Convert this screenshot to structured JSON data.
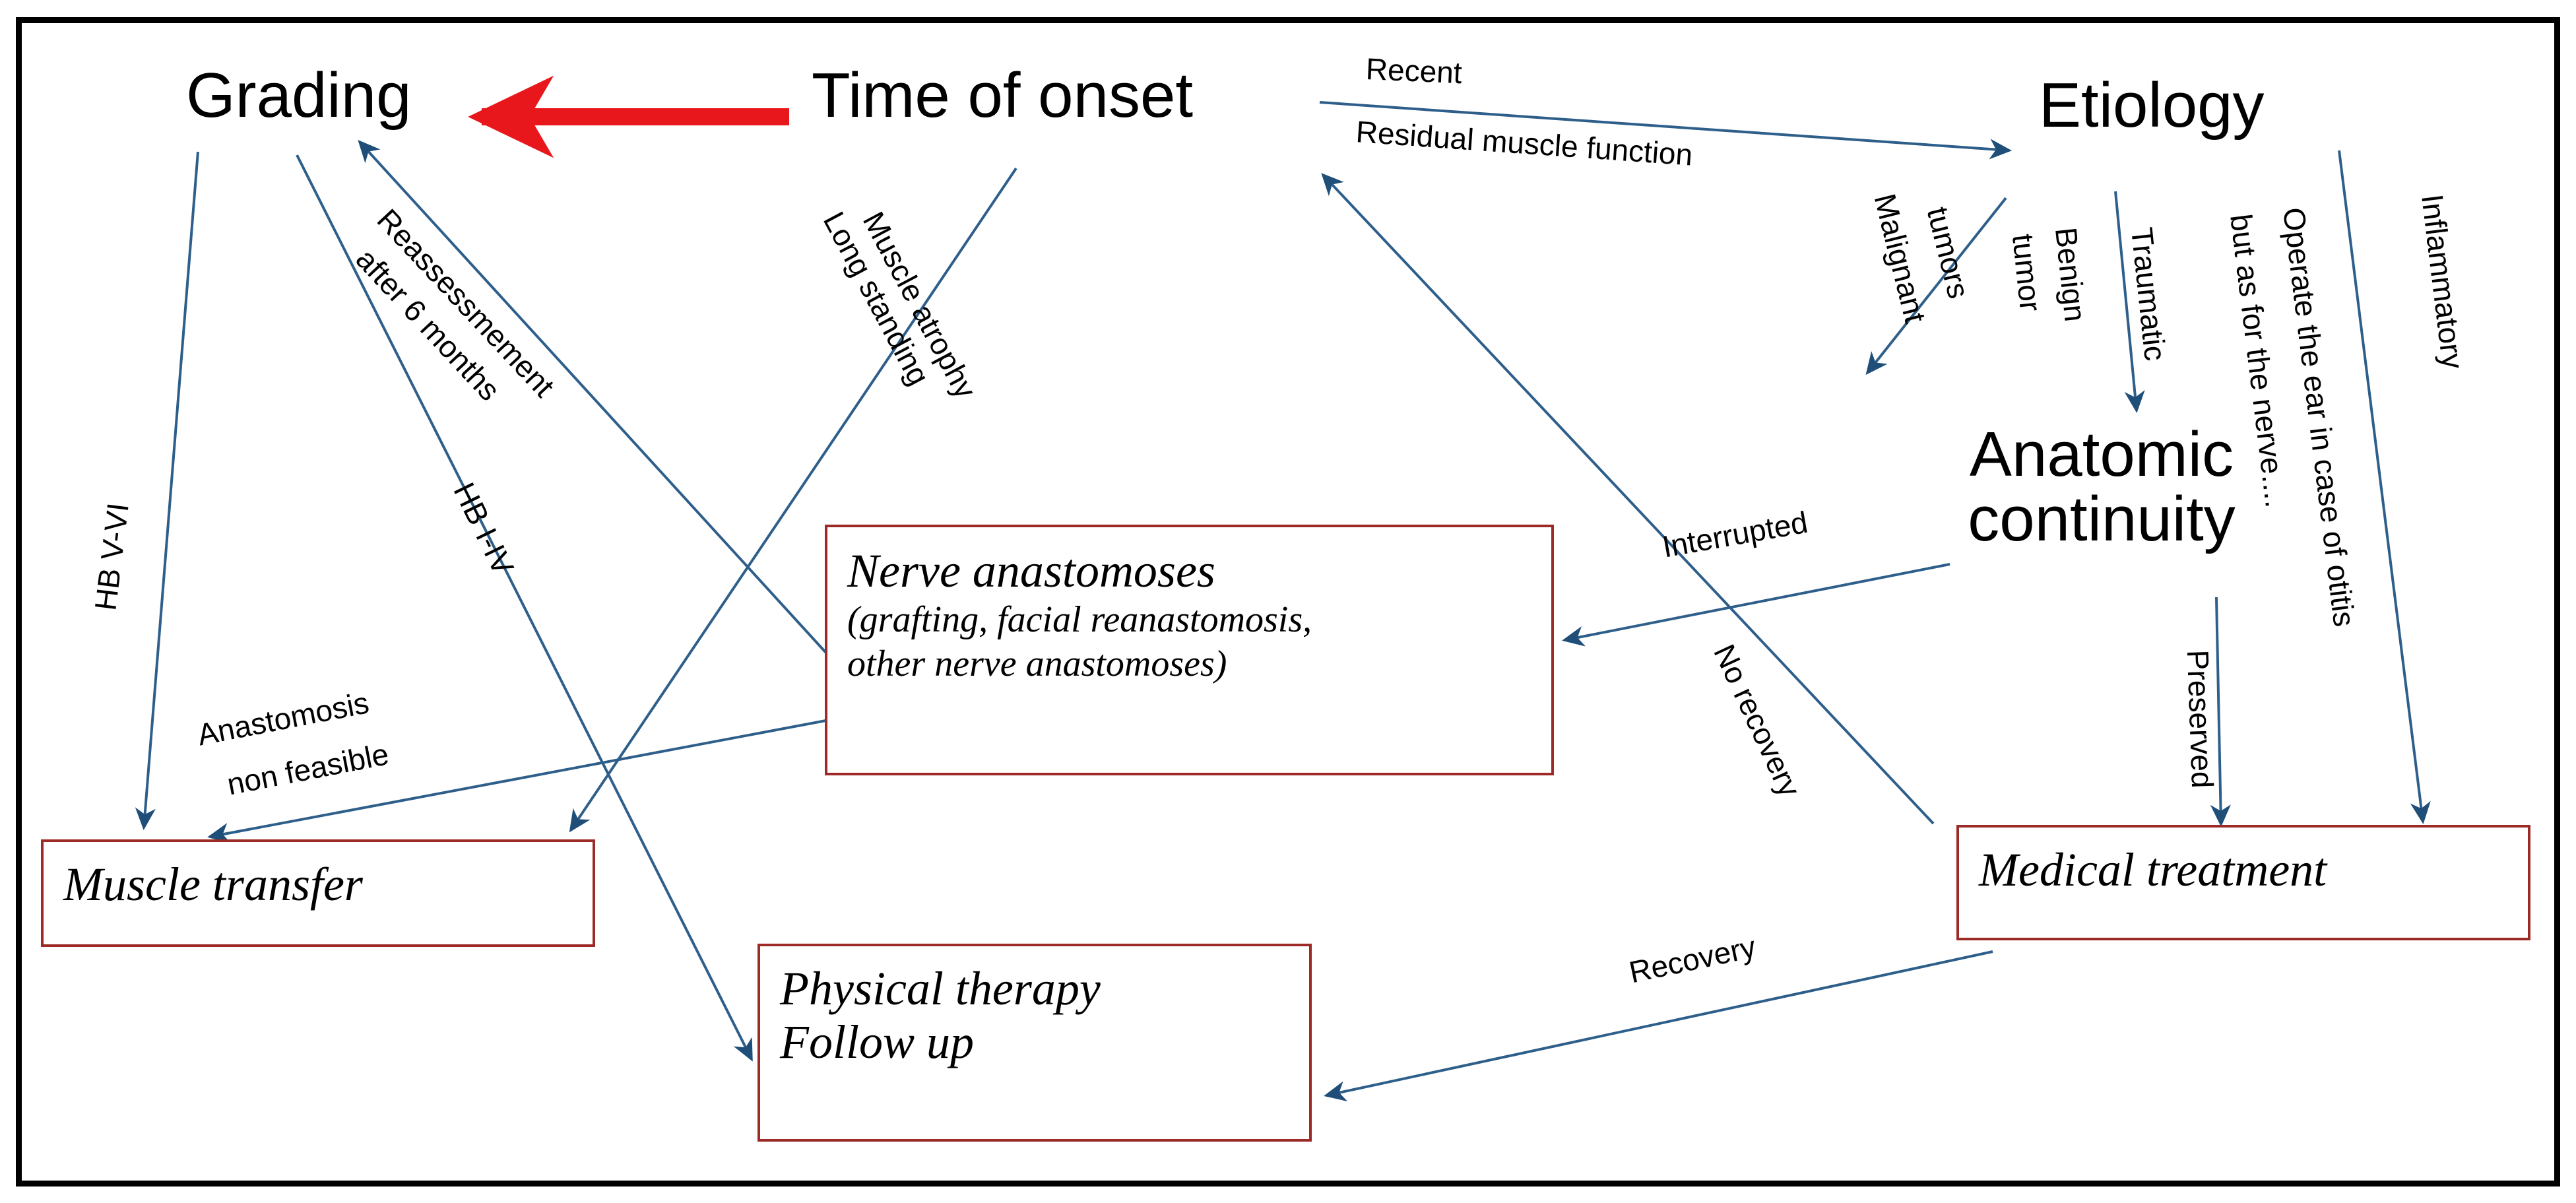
{
  "diagram": {
    "title": "Facial palsy management algorithm",
    "frame_color": "#000000",
    "box_border_color": "#9c2b28",
    "arrow_color": "#2e5f8a",
    "highlight_arrow_color": "#e8171b",
    "background": "#ffffff"
  },
  "nodes": [
    {
      "id": "grading",
      "label": "Grading"
    },
    {
      "id": "onset",
      "label": "Time of onset"
    },
    {
      "id": "etiology",
      "label": "Etiology"
    },
    {
      "id": "anatomic",
      "label_line1": "Anatomic",
      "label_line2": "continuity"
    }
  ],
  "boxes": [
    {
      "id": "nerve-anastomoses",
      "title": "Nerve anastomoses",
      "subtitle_line1": "(grafting, facial reanastomosis,",
      "subtitle_line2": "other nerve anastomoses)"
    },
    {
      "id": "muscle-transfer",
      "title": "Muscle transfer"
    },
    {
      "id": "physical-therapy",
      "title_line1": "Physical therapy",
      "title_line2": "Follow up"
    },
    {
      "id": "medical-treatment",
      "title": "Medical treatment"
    }
  ],
  "edge_labels": [
    {
      "id": "recent",
      "text": "Recent"
    },
    {
      "id": "residual",
      "text": "Residual muscle function"
    },
    {
      "id": "reassessment",
      "line1": "Reassessmement",
      "line2": "after 6 months"
    },
    {
      "id": "long-standing",
      "text": "Long standing"
    },
    {
      "id": "muscle-atrophy",
      "text": "Muscle atrophy"
    },
    {
      "id": "hb-v-vi",
      "text": "HB V-VI"
    },
    {
      "id": "hb-i-iv",
      "text": "HB I-IV"
    },
    {
      "id": "anastomosis-nf1",
      "text": "Anastomosis"
    },
    {
      "id": "anastomosis-nf2",
      "text": "non feasible"
    },
    {
      "id": "malignant-tumors1",
      "text": "Malignant"
    },
    {
      "id": "malignant-tumors2",
      "text": "tumors"
    },
    {
      "id": "benign-tumor1",
      "text": "Benign"
    },
    {
      "id": "benign-tumor2",
      "text": "tumor"
    },
    {
      "id": "traumatic",
      "text": "Traumatic"
    },
    {
      "id": "operate-ear",
      "text": "Operate the ear in case of otitis"
    },
    {
      "id": "but-as-nerve",
      "text": "but as for the nerve...."
    },
    {
      "id": "inflammatory",
      "text": "Inflammatory"
    },
    {
      "id": "interrupted",
      "text": "Interrupted"
    },
    {
      "id": "no-recovery",
      "text": "No recovery"
    },
    {
      "id": "preserved",
      "text": "Preserved"
    },
    {
      "id": "recovery",
      "text": "Recovery"
    }
  ],
  "chart_data": {
    "type": "diagram",
    "title": "Facial palsy management algorithm",
    "nodes": [
      "Grading",
      "Time of onset",
      "Etiology",
      "Anatomic continuity",
      "Nerve anastomoses (grafting, facial reanastomosis, other nerve anastomoses)",
      "Muscle transfer",
      "Physical therapy / Follow up",
      "Medical treatment"
    ],
    "edges": [
      {
        "from": "Time of onset",
        "to": "Grading",
        "label": "",
        "style": "red-thick"
      },
      {
        "from": "Time of onset",
        "to": "Etiology",
        "label": "Recent / Residual muscle function"
      },
      {
        "from": "Grading",
        "to": "Muscle transfer",
        "label": "HB V-VI"
      },
      {
        "from": "Grading",
        "to": "Physical therapy / Follow up",
        "label": "HB I-IV"
      },
      {
        "from": "Nerve anastomoses",
        "to": "Grading",
        "label": "Reassessmement after 6 months"
      },
      {
        "from": "Time of onset",
        "to": "Muscle transfer",
        "label": "Long standing / Muscle atrophy"
      },
      {
        "from": "Nerve anastomoses",
        "to": "Muscle transfer",
        "label": "Anastomosis non feasible"
      },
      {
        "from": "Etiology",
        "to": "Time of onset",
        "label": "Malignant tumors"
      },
      {
        "from": "Etiology",
        "to": "Anatomic continuity",
        "label": "Benign tumor / Traumatic"
      },
      {
        "from": "Etiology",
        "to": "Medical treatment",
        "label": "Inflammatory / Operate the ear in case of otitis but as for the nerve...."
      },
      {
        "from": "Anatomic continuity",
        "to": "Nerve anastomoses",
        "label": "Interrupted"
      },
      {
        "from": "Anatomic continuity",
        "to": "Medical treatment",
        "label": "Preserved"
      },
      {
        "from": "Medical treatment",
        "to": "Time of onset",
        "label": "No recovery"
      },
      {
        "from": "Medical treatment",
        "to": "Physical therapy / Follow up",
        "label": "Recovery"
      }
    ]
  }
}
